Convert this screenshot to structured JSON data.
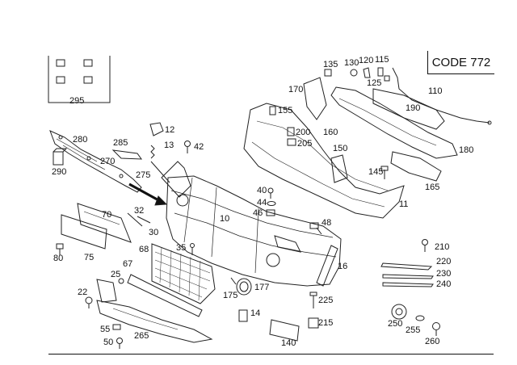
{
  "code_label": "CODE 772",
  "labels": {
    "p10": "10",
    "p11": "11",
    "p12": "12",
    "p13": "13",
    "p14": "14",
    "p16": "16",
    "p22": "22",
    "p25": "25",
    "p30": "30",
    "p32": "32",
    "p35": "35",
    "p40": "40",
    "p42": "42",
    "p44": "44",
    "p46": "46",
    "p48": "48",
    "p50": "50",
    "p55": "55",
    "p67": "67",
    "p68": "68",
    "p70": "70",
    "p75": "75",
    "p80": "80",
    "p110": "110",
    "p115": "115",
    "p120": "120",
    "p125": "125",
    "p130": "130",
    "p135": "135",
    "p140": "140",
    "p145": "145",
    "p150": "150",
    "p155": "155",
    "p160": "160",
    "p165": "165",
    "p170": "170",
    "p175": "175",
    "p177": "177",
    "p180": "180",
    "p190": "190",
    "p200": "200",
    "p205": "205",
    "p210": "210",
    "p215": "215",
    "p220": "220",
    "p225": "225",
    "p230": "230",
    "p240": "240",
    "p250": "250",
    "p255": "255",
    "p260": "260",
    "p265": "265",
    "p270": "270",
    "p275": "275",
    "p280": "280",
    "p285": "285",
    "p290": "290",
    "p295": "295"
  }
}
